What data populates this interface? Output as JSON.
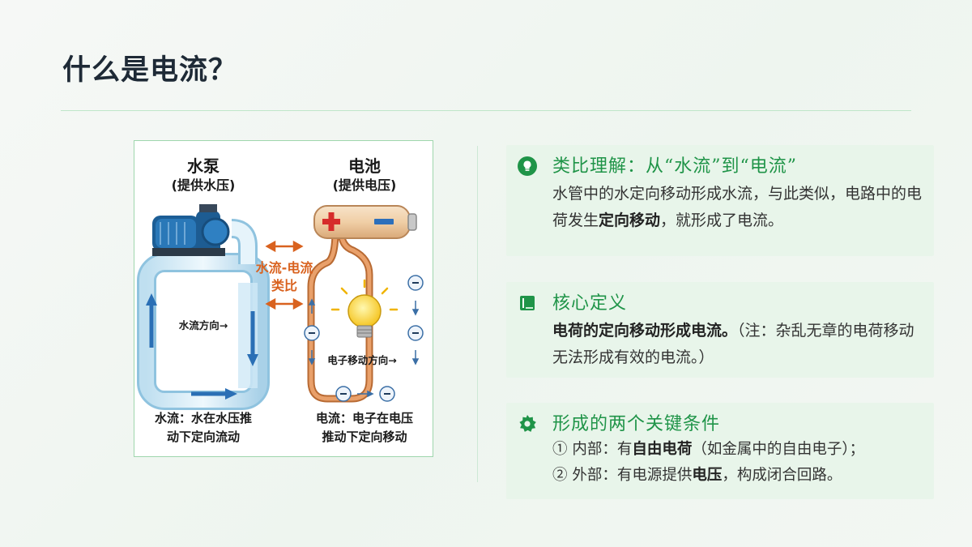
{
  "title": "什么是电流？",
  "figure": {
    "pump_title": "水泵",
    "pump_subtitle": "(提供水压)",
    "battery_title": "电池",
    "battery_subtitle": "(提供电压)",
    "analogy_line1": "水流-电流",
    "analogy_line2": "类比",
    "water_direction_label": "水流方向→",
    "electron_direction_label": "电子移动方向→",
    "water_caption_line1": "水流：水在水压推",
    "water_caption_line2": "动下定向流动",
    "current_caption_line1": "电流：电子在电压",
    "current_caption_line2": "推动下定向移动",
    "plus_sign": "+",
    "minus_sign": "−",
    "electron_symbol": "⊖"
  },
  "cards": {
    "analogy": {
      "icon": "lightbulb-icon",
      "title": "类比理解：从“水流”到“电流”",
      "body_pre": "水管中的水定向移动形成水流，与此类似，电路中的电荷发生",
      "body_bold": "定向移动",
      "body_post": "，就形成了电流。"
    },
    "definition": {
      "icon": "book-icon",
      "title": "核心定义",
      "body_bold": "电荷的定向移动形成电流。",
      "body_note": "（注：杂乱无章的电荷移动无法形成有效的电流。）"
    },
    "conditions": {
      "icon": "gear-icon",
      "title": "形成的两个关键条件",
      "item1_pre": "① 内部：有",
      "item1_bold": "自由电荷",
      "item1_post": "（如金属中的自由电子）；",
      "item2_pre": "② 外部：有电源提供",
      "item2_bold": "电压",
      "item2_post": "，构成闭合回路。"
    }
  },
  "colors": {
    "accent_green": "#1f9448",
    "card_bg": "#e8f5ea",
    "analogy_orange": "#d9621f",
    "pipe_blue": "#2a6fb5",
    "wire_copper": "#e28a47"
  }
}
